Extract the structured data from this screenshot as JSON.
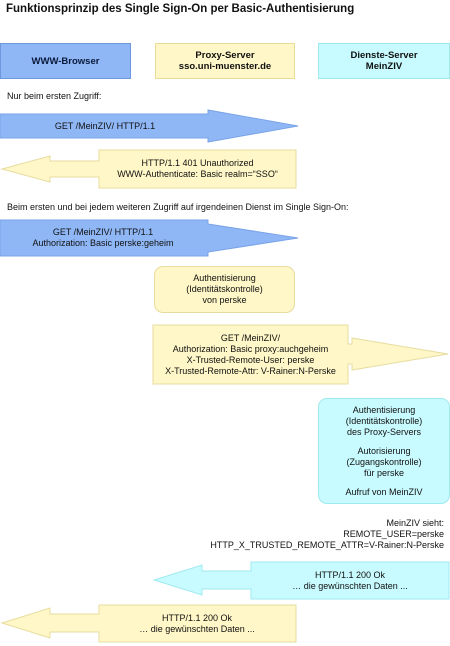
{
  "title": "Funktionsprinzip des Single Sign-On per Basic-Authentisierung",
  "columns": {
    "browser": "WWW-Browser",
    "proxy_line1": "Proxy-Server",
    "proxy_line2": "sso.uni-muenster.de",
    "dienst_line1": "Dienste-Server",
    "dienst_line2": "MeinZIV"
  },
  "notes": {
    "first_access": "Nur beim ersten Zugriff:",
    "every_access": "Beim ersten und bei jedem weiteren Zugriff auf irgendeinen Dienst im Single Sign-On:"
  },
  "messages": {
    "get1": "GET /MeinZIV/ HTTP/1.1",
    "unauth_line1": "HTTP/1.1 401 Unauthorized",
    "unauth_line2": "WWW-Authenticate: Basic realm=“SSO“",
    "get2_line1": "GET /MeinZIV/ HTTP/1.1",
    "get2_line2": "Authorization: Basic perske:geheim",
    "auth_line1": "Authentisierung",
    "auth_line2": "(Identitätskontrolle)",
    "auth_line3": "von perske",
    "fwd_line1": "GET /MeinZIV/",
    "fwd_line2": "Authorization: Basic proxy:auchgeheim",
    "fwd_line3": "X-Trusted-Remote-User: perske",
    "fwd_line4": "X-Trusted-Remote-Attr: V-Rainer:N-Perske",
    "srv_line1": "Authentisierung",
    "srv_line2": "(Identitätskontrolle)",
    "srv_line3": "des Proxy-Servers",
    "srv_line5": "Autorisierung",
    "srv_line6": "(Zugangskontrolle)",
    "srv_line7": "für perske",
    "srv_line9": "Aufruf von MeinZIV",
    "sees_line1": "MeinZIV sieht:",
    "sees_line2": "REMOTE_USER=perske",
    "sees_line3": "HTTP_X_TRUSTED_REMOTE_ATTR=V-Rainer:N-Perske",
    "ok1_line1": "HTTP/1.1 200 Ok",
    "ok1_line2": "… die gewünschten Daten ...",
    "ok2_line1": "HTTP/1.1 200 Ok",
    "ok2_line2": "… die gewünschten Daten ..."
  },
  "colors": {
    "browser": "#8fb6f5",
    "proxy": "#fff7c7",
    "dienst": "#c8fbff"
  }
}
